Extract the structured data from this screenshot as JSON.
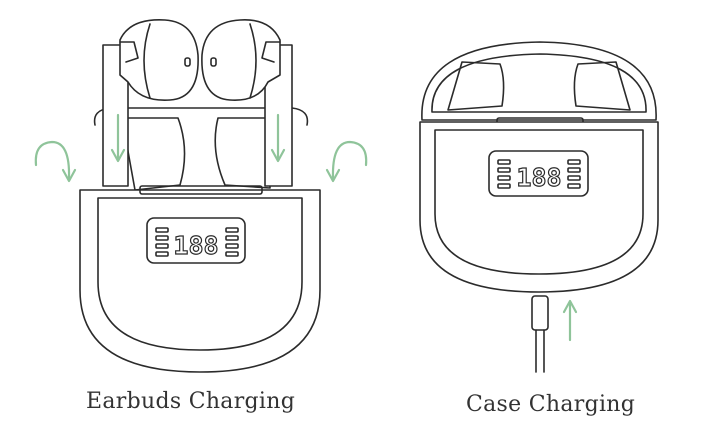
{
  "captions": {
    "left": "Earbuds Charging",
    "right": "Case Charging"
  },
  "display": {
    "digits": "188"
  },
  "colors": {
    "arrow": "#8fc49a",
    "line": "#2b2b2b"
  },
  "icons": {
    "battery": "battery-bars-icon",
    "arrow": "green-arrow-icon"
  }
}
